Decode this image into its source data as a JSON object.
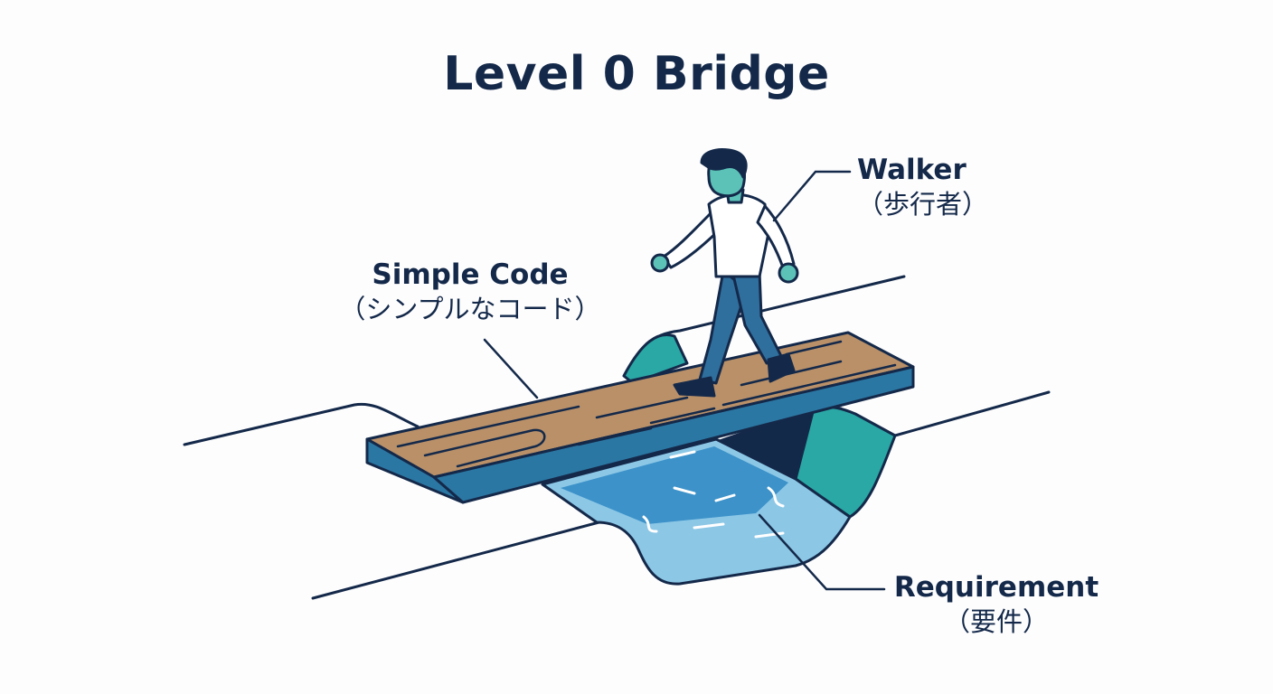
{
  "title": "Level 0 Bridge",
  "labels": {
    "walker": {
      "en": "Walker",
      "jp": "（歩行者）"
    },
    "simple_code": {
      "en": "Simple Code",
      "jp": "（シンプルなコード）"
    },
    "requirement": {
      "en": "Requirement",
      "jp": "（要件）"
    }
  },
  "colors": {
    "ink": "#14294a",
    "plank_top": "#b99068",
    "plank_side": "#2b77a3",
    "water_light": "#8cc7e6",
    "water_dark": "#3c92c9",
    "bank_teal": "#2aa8a6",
    "skin": "#5cc2b8",
    "trousers": "#2f6f9e",
    "shirt": "#ffffff"
  },
  "icons": [
    "walker-figure",
    "wooden-plank",
    "stream"
  ]
}
